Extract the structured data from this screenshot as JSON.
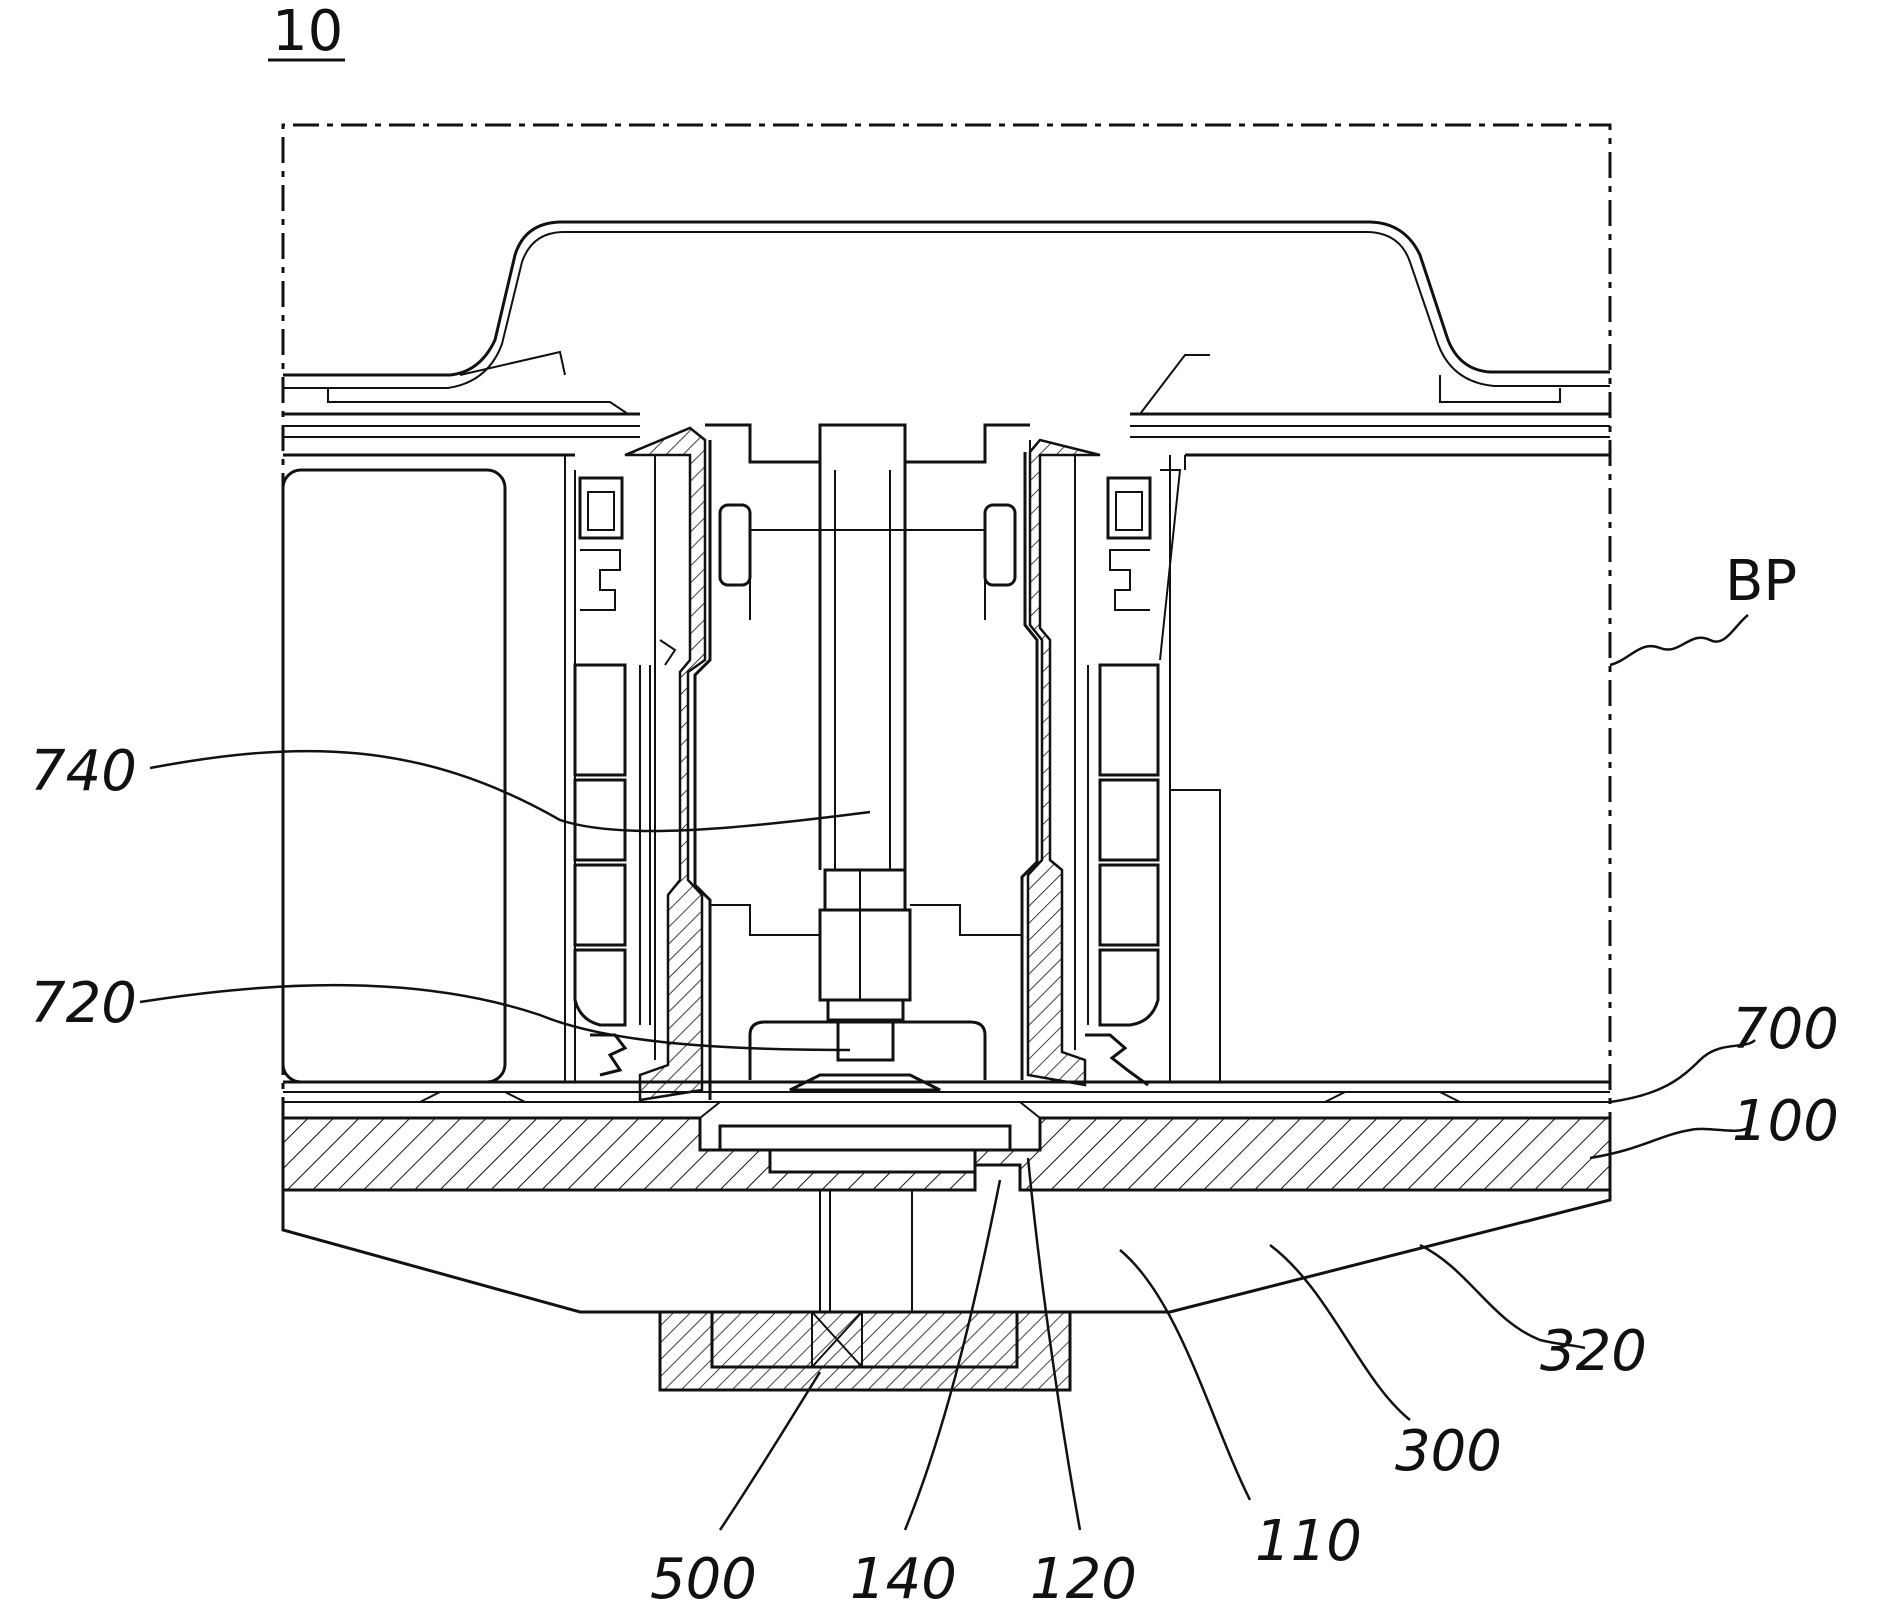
{
  "figure_number": "10",
  "labels": {
    "bp": "BP",
    "l740": "740",
    "l720": "720",
    "l700": "700",
    "l100": "100",
    "l320": "320",
    "l300": "300",
    "l110": "110",
    "l500": "500",
    "l140": "140",
    "l120": "120"
  },
  "colors": {
    "ink": "#111111",
    "paper": "#ffffff"
  }
}
